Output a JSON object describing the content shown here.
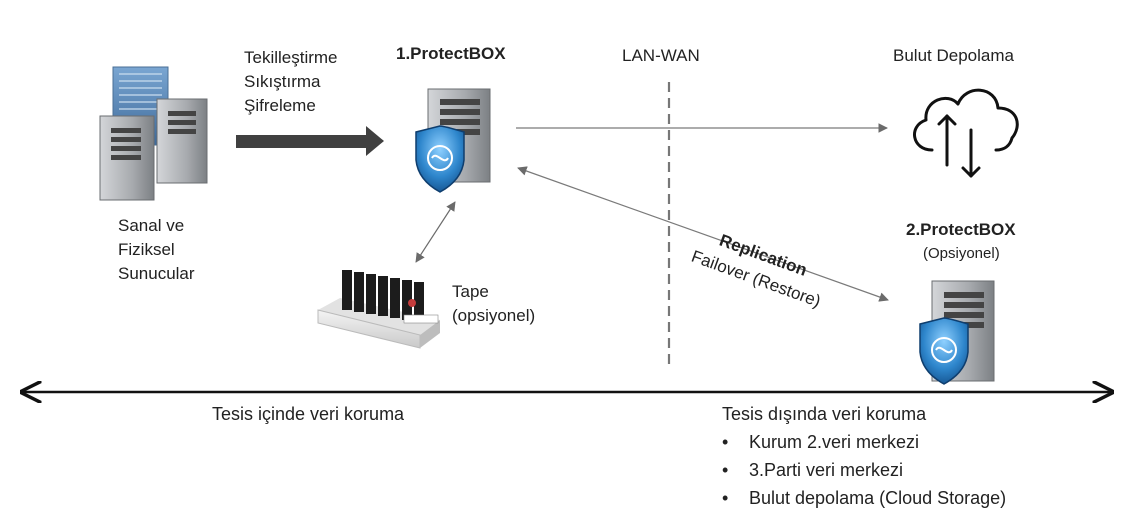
{
  "servers": {
    "label_lines": [
      "Sanal ve",
      "Fiziksel",
      "Sunucular"
    ]
  },
  "process_steps": [
    "Tekilleştirme",
    "Sıkıştırma",
    "Şifreleme"
  ],
  "protectbox1": {
    "title": "1.ProtectBOX"
  },
  "tape": {
    "label_lines": [
      "Tape",
      "(opsiyonel)"
    ]
  },
  "divider": {
    "label": "LAN-WAN"
  },
  "cloud": {
    "title": "Bulut Depolama"
  },
  "replication": {
    "title": "Replication",
    "subtitle": "Failover (Restore)"
  },
  "protectbox2": {
    "title": "2.ProtectBOX",
    "subtitle": "(Opsiyonel)"
  },
  "onsite": {
    "label": "Tesis içinde veri koruma"
  },
  "offsite": {
    "label": "Tesis dışında veri koruma",
    "bullet": "•",
    "items": [
      "Kurum 2.veri merkezi",
      "3.Parti veri merkezi",
      "Bulut depolama (Cloud Storage)"
    ]
  },
  "colors": {
    "shield": "#2d7fc1",
    "arrow": "#404040",
    "line": "#8a8a8a",
    "server": "#a9acb0"
  }
}
